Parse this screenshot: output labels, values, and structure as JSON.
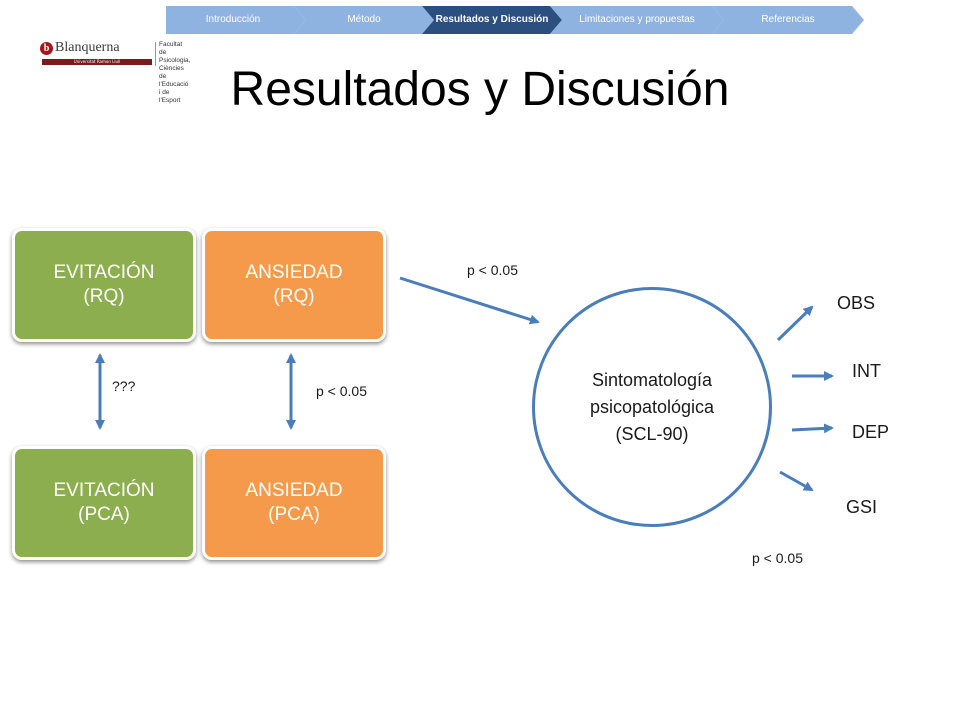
{
  "nav": {
    "tabs": [
      {
        "label": "Introducción",
        "active": false
      },
      {
        "label": "Método",
        "active": false
      },
      {
        "label": "Resultados y Discusión",
        "active": true
      },
      {
        "label": "Limitaciones y propuestas",
        "active": false
      },
      {
        "label": "Referencias",
        "active": false
      }
    ],
    "colors": {
      "inactive": "#8fb3e0",
      "active": "#2b4f7e"
    }
  },
  "logo": {
    "mark": "b",
    "name": "Blanquerna",
    "tagline": "Universitat Ramon Llull",
    "faculty_lines": [
      "Facultat de Psicologia,",
      "Ciències de l'Educació",
      "i de l'Esport"
    ]
  },
  "title": "Resultados y Discusión",
  "boxes": {
    "evitacion_rq": {
      "line1": "EVITACIÓN",
      "line2": "(RQ)"
    },
    "ansiedad_rq": {
      "line1": "ANSIEDAD",
      "line2": "(RQ)"
    },
    "evitacion_pca": {
      "line1": "EVITACIÓN",
      "line2": "(PCA)"
    },
    "ansiedad_pca": {
      "line1": "ANSIEDAD",
      "line2": "(PCA)"
    }
  },
  "labels": {
    "evitacion_link": "???",
    "ansiedad_link": "p < 0.05",
    "to_symptoms": "p < 0.05",
    "outcomes": "p < 0.05"
  },
  "symptoms": {
    "line1": "Sintomatología",
    "line2": "psicopatológica",
    "line3": "(SCL-90)"
  },
  "outcomes": [
    "OBS",
    "INT",
    "DEP",
    "GSI"
  ],
  "colors": {
    "green": "#8cae4f",
    "orange": "#f59a4a",
    "arrow": "#4a7ebb"
  }
}
